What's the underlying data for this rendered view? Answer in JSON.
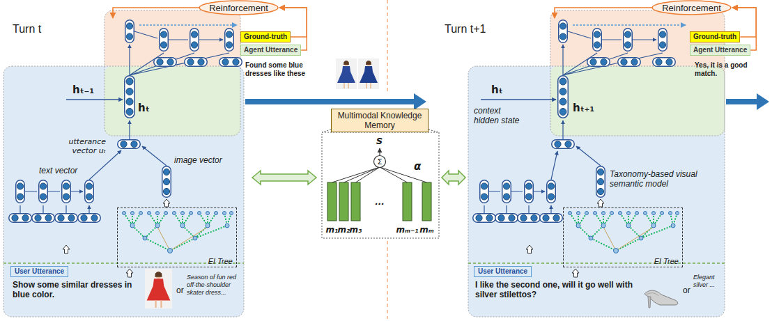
{
  "diagram": {
    "nodes": [
      {
        "text": [
          "Reinforcement"
        ]
      },
      {
        "text": [
          "Ground-truth"
        ]
      },
      {
        "text": [
          "Agent Utterance"
        ]
      },
      {
        "text": [
          "EI Tree"
        ]
      },
      {
        "text": [
          "User Utterance"
        ]
      },
      {
        "text": [
          "Multimodal Knowledge Memory"
        ]
      },
      {
        "text": [
          "Reinforcement"
        ]
      },
      {
        "text": [
          "Ground-truth"
        ]
      },
      {
        "text": [
          "Agent Utterance"
        ]
      },
      {
        "text": [
          "EI Tree"
        ]
      },
      {
        "text": [
          "User Utterance"
        ]
      }
    ],
    "edges": [
      {
        "from": 1,
        "to": 0,
        "arrow": "to"
      },
      {
        "from": 2,
        "to": 0,
        "arrow": "to"
      },
      {
        "from": 7,
        "to": 6,
        "arrow": "to"
      },
      {
        "from": 8,
        "to": 6,
        "arrow": "to"
      }
    ],
    "labels": [
      "Turn t",
      "Found some blue dresses like these",
      "hₜ₋₁",
      "hₜ",
      "utterance vector uₜ",
      "image vector",
      "text vector",
      "Show some similar dresses in blue color.",
      "or",
      "Season of fun red off-the-shoulder skater dress...",
      "s",
      "Σ",
      "α",
      "m₁",
      "m₂",
      "m₃",
      "...",
      "mₘ₋₁",
      "mₘ",
      "Turn t+1",
      "Yes, it is a good match.",
      "hₜ",
      "hₜ₊₁",
      "context hidden state",
      "Taxonomy-based visual semantic model",
      "I like the second one, will it go well with silver stilettos?",
      "or",
      "Elegant silver ..."
    ]
  }
}
